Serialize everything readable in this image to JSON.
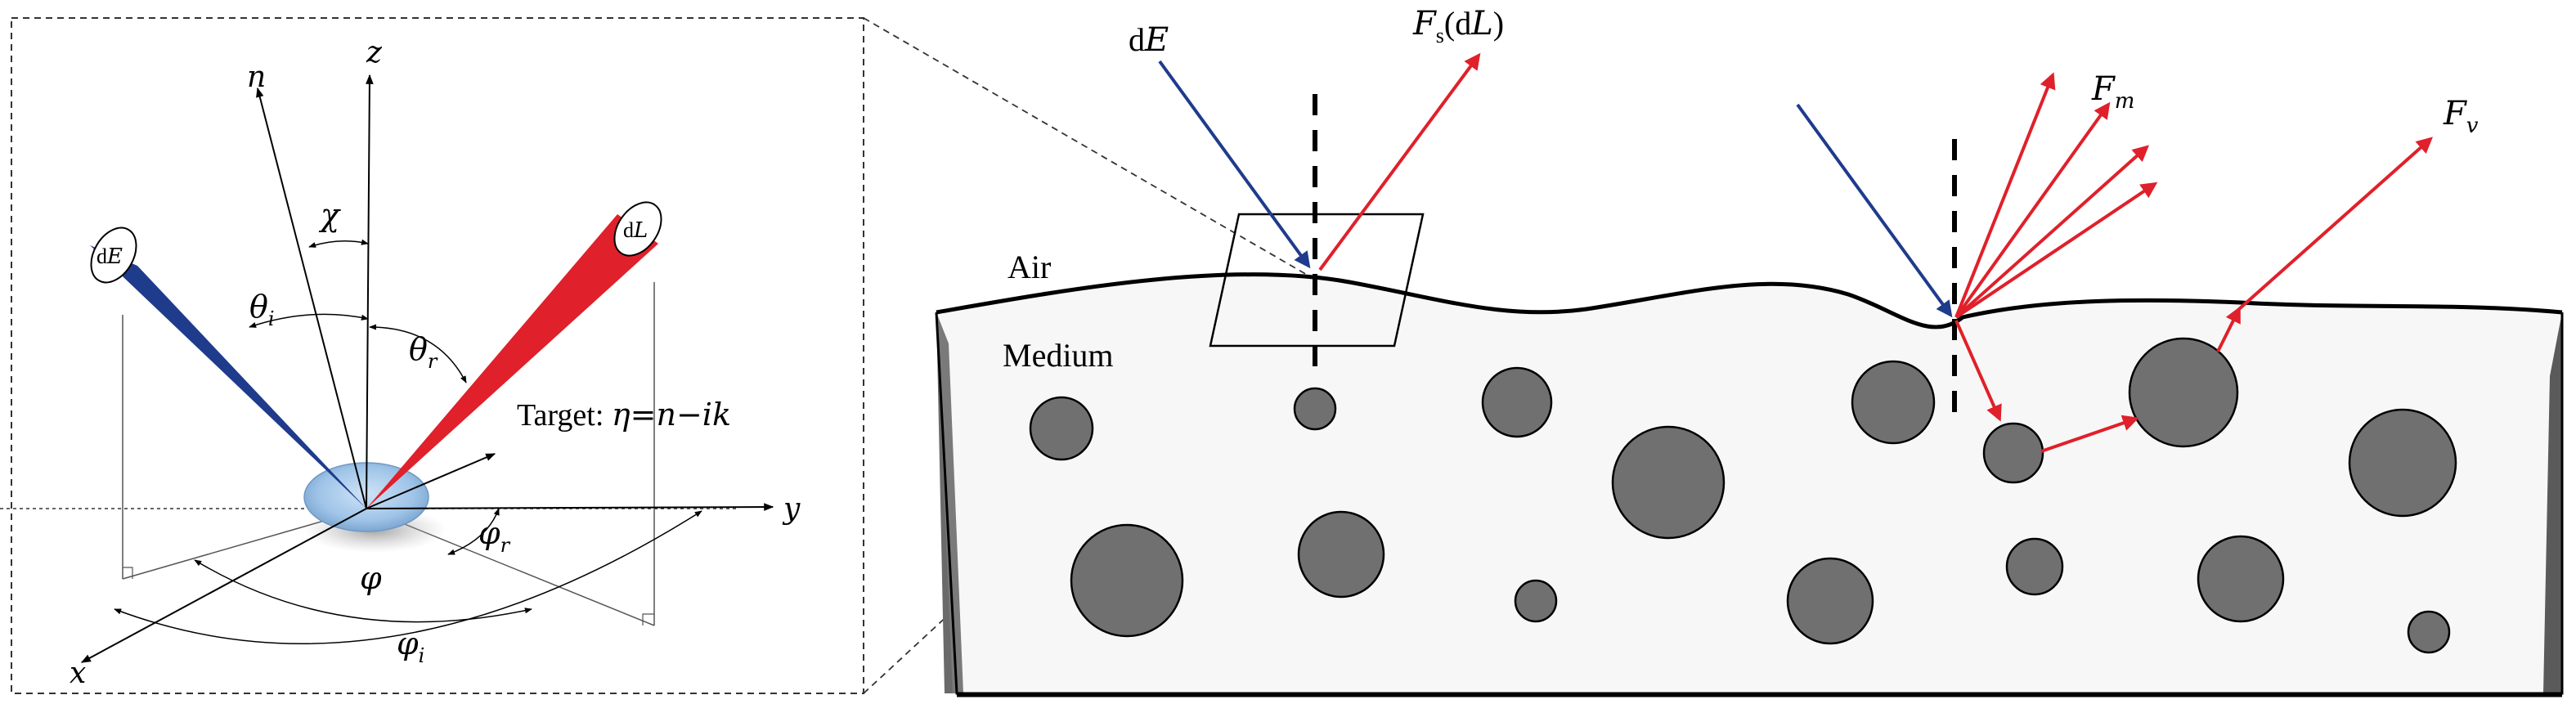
{
  "colors": {
    "incident": "#1f3b8c",
    "reflected": "#e0202a",
    "scatterer": "#707070",
    "panel": "#f7f7f7",
    "target": "#9fc4e8"
  },
  "inset": {
    "axes": {
      "z": "z",
      "n": "n",
      "y": "y",
      "x": "x"
    },
    "angles": {
      "chi": "χ",
      "theta_sym": "θ",
      "theta_i_sub": "i",
      "theta_r_sym": "θ",
      "theta_r_sub": "r",
      "phi": "φ",
      "phi_r_sym": "φ",
      "phi_r_sub": "r",
      "phi_i_sym": "φ",
      "phi_i_sub": "i"
    },
    "incident_label_pre": "d",
    "incident_label_var": "E",
    "reflected_label_pre": "d",
    "reflected_label_var": "L",
    "target_prefix": "Target: ",
    "target_eq": "η=n−ik"
  },
  "main": {
    "incident_label_pre": "d",
    "incident_label_var": "E",
    "fs_F": "F",
    "fs_sub": "s",
    "fs_paren": "(d",
    "fs_L": "L",
    "fs_close": ")",
    "fm_F": "F",
    "fm_sub": "m",
    "fv_F": "F",
    "fv_sub": "v",
    "air_label": "Air",
    "medium_label": "Medium"
  }
}
